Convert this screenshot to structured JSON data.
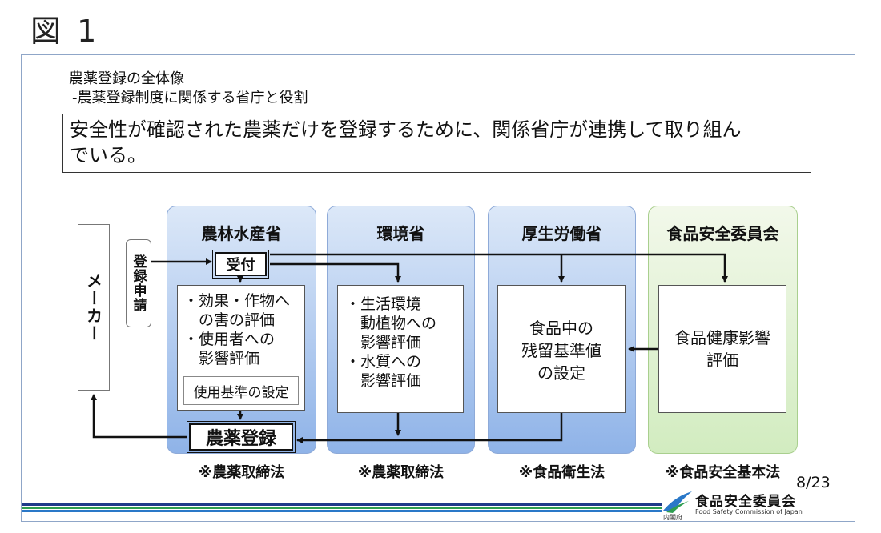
{
  "figure_label": "図 1",
  "slide": {
    "title": "農薬登録の全体像",
    "subtitle": "-農薬登録制度に関係する省庁と役割",
    "summary_line1": "安全性が確認された農薬だけを登録するために、関係省庁が連携して取り組ん",
    "summary_line2": "でいる。",
    "page_number": "8/23"
  },
  "diagram": {
    "maker": "メーカー",
    "application": "登録申請",
    "ministries": [
      {
        "name": "農林水産省",
        "accept": "受付",
        "roles": [
          "・効果・作物へ",
          "　の害の評価",
          "・使用者への",
          "　影響評価"
        ],
        "standard": "使用基準の設定",
        "registration": "農薬登録",
        "law": "※農薬取締法"
      },
      {
        "name": "環境省",
        "roles": [
          "・生活環境",
          "　動植物への",
          "　影響評価",
          "・水質への",
          "　影響評価"
        ],
        "law": "※農薬取締法"
      },
      {
        "name": "厚生労働省",
        "roles": [
          "食品中の",
          "残留基準値",
          "の設定"
        ],
        "law": "※食品衛生法"
      },
      {
        "name": "食品安全委員会",
        "roles": [
          "食品健康影響",
          "評価"
        ],
        "law": "※食品安全基本法"
      }
    ]
  },
  "footer": {
    "logo_text": "食品安全委員会",
    "logo_sub": "Food Safety Commission of Japan",
    "logo_org": "内閣府",
    "stripe_colors": [
      "#1f3a8a",
      "#2e9e4f",
      "#2a78c8"
    ]
  }
}
